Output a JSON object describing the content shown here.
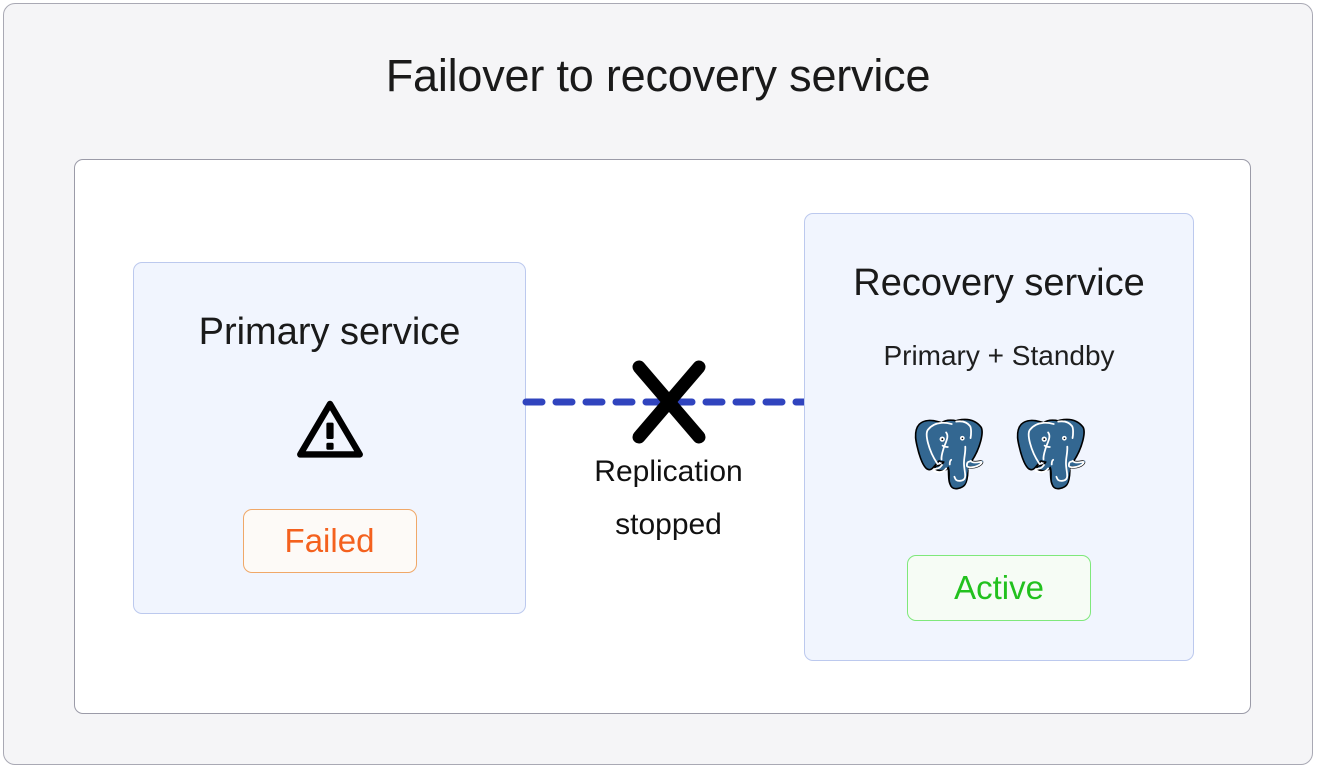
{
  "diagram": {
    "title": "Failover to recovery service",
    "colors": {
      "page_background": "#f5f5f7",
      "panel_background": "#ffffff",
      "panel_border": "#9b9ba8",
      "node_background": "#f1f5fe",
      "node_border": "#bcc9ee",
      "replication_line": "#3044be",
      "cross_mark": "#000000",
      "failed_text": "#f4611e",
      "failed_border": "#f0a868",
      "active_text": "#22c11e",
      "active_border": "#7fe87b",
      "postgres_blue": "#336791"
    }
  },
  "primary_node": {
    "title": "Primary service",
    "icon": "warning-triangle-icon",
    "status": "Failed"
  },
  "recovery_node": {
    "title": "Recovery service",
    "subtitle": "Primary + Standby",
    "icons": [
      "postgresql-elephant-icon",
      "postgresql-elephant-icon"
    ],
    "status": "Active"
  },
  "replication_link": {
    "line_style": "dashed",
    "marker": "cross-mark-icon",
    "label_line1": "Replication",
    "label_line2": "stopped"
  }
}
